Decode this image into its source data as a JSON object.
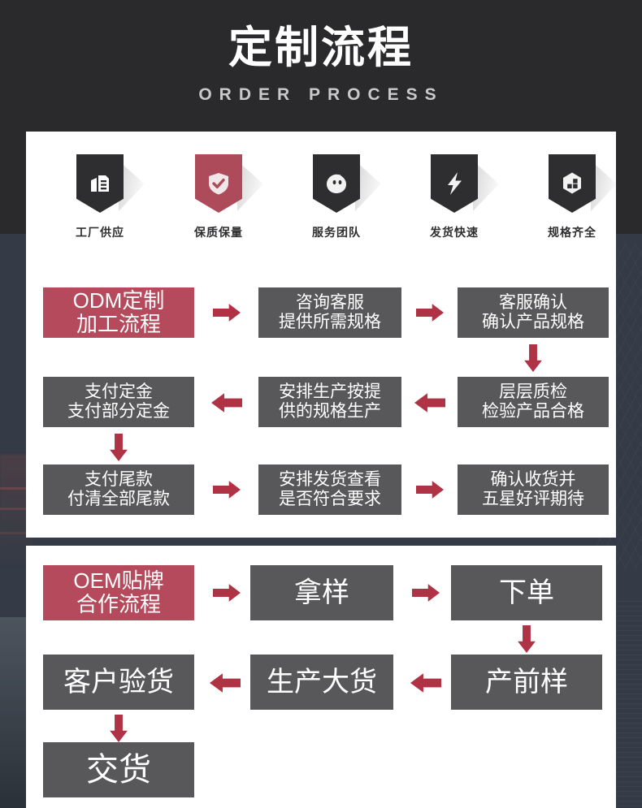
{
  "header": {
    "title": "定制流程",
    "subtitle": "ORDER PROCESS"
  },
  "colors": {
    "accent_red": "#b44a5b",
    "arrow_red": "#b03345",
    "box_gray": "#58585a",
    "header_dark": "#2a2a2c",
    "panel_white": "#ffffff",
    "page_background": "#343b46"
  },
  "badges": [
    {
      "icon": "factory-document-icon",
      "label": "工厂供应",
      "accent": false
    },
    {
      "icon": "shield-check-icon",
      "label": "保质保量",
      "accent": true
    },
    {
      "icon": "service-chat-icon",
      "label": "服务团队",
      "accent": false
    },
    {
      "icon": "lightning-bolt-icon",
      "label": "发货快速",
      "accent": false
    },
    {
      "icon": "hexagon-blocks-icon",
      "label": "规格齐全",
      "accent": false
    }
  ],
  "odm": {
    "start_label_line1": "ODM定制",
    "start_label_line2": "加工流程",
    "steps": [
      {
        "line1": "咨询客服",
        "line2": "提供所需规格"
      },
      {
        "line1": "客服确认",
        "line2": "确认产品规格"
      },
      {
        "line1": "层层质检",
        "line2": "检验产品合格"
      },
      {
        "line1": "安排生产按提",
        "line2": "供的规格生产"
      },
      {
        "line1": "支付定金",
        "line2": "支付部分定金"
      },
      {
        "line1": "支付尾款",
        "line2": "付清全部尾款"
      },
      {
        "line1": "安排发货查看",
        "line2": "是否符合要求"
      },
      {
        "line1": "确认收货并",
        "line2": "五星好评期待"
      }
    ],
    "arrows": [
      {
        "direction": "right"
      },
      {
        "direction": "right"
      },
      {
        "direction": "down"
      },
      {
        "direction": "left"
      },
      {
        "direction": "left"
      },
      {
        "direction": "down"
      },
      {
        "direction": "right"
      },
      {
        "direction": "right"
      }
    ]
  },
  "oem": {
    "start_label_line1": "OEM贴牌",
    "start_label_line2": "合作流程",
    "steps": [
      {
        "label": "拿样"
      },
      {
        "label": "下单"
      },
      {
        "label": "产前样"
      },
      {
        "label": "生产大货"
      },
      {
        "label": "客户验货"
      },
      {
        "label": "交货"
      }
    ],
    "arrows": [
      {
        "direction": "right"
      },
      {
        "direction": "right"
      },
      {
        "direction": "down"
      },
      {
        "direction": "left"
      },
      {
        "direction": "left"
      },
      {
        "direction": "down"
      }
    ]
  }
}
